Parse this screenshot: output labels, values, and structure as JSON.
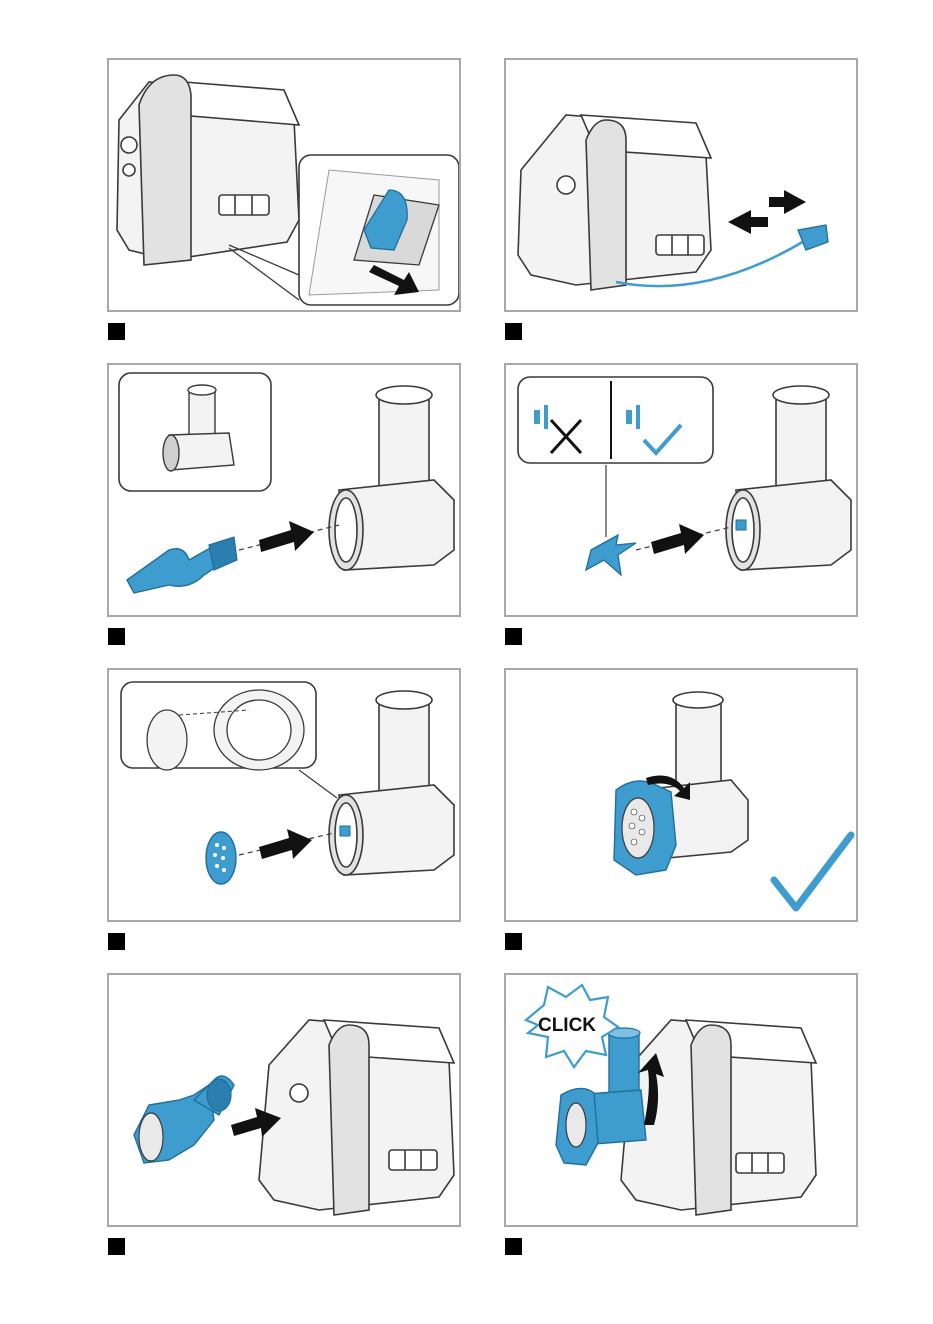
{
  "colors": {
    "accent_blue": "#3e9ccf",
    "accent_blue_dark": "#1f6f9c",
    "frame_gray": "#a8a8a8",
    "body_gray": "#f3f3f3",
    "outline": "#3a3a3a"
  },
  "panels": [
    {
      "id": 1,
      "depicts": "cord-storage-compartment"
    },
    {
      "id": 2,
      "depicts": "power-plug-insert"
    },
    {
      "id": 3,
      "depicts": "insert-worm-shaft"
    },
    {
      "id": 4,
      "depicts": "insert-cutting-blade"
    },
    {
      "id": 5,
      "depicts": "insert-perforated-disc"
    },
    {
      "id": 6,
      "depicts": "screw-on-ring-nut"
    },
    {
      "id": 7,
      "depicts": "attach-grinder-to-motor"
    },
    {
      "id": 8,
      "depicts": "rotate-to-lock"
    }
  ],
  "click_label": "CLICK",
  "icons": [
    "arrow-icon",
    "cross-icon",
    "checkmark-icon",
    "rotate-arrow-icon",
    "burst-icon"
  ]
}
